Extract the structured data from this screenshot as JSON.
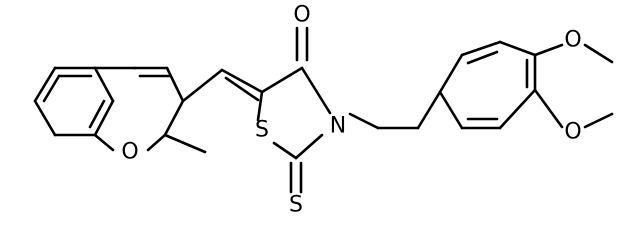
{
  "labels": {
    "ring_o": "O",
    "carbonyl_o": "O",
    "thiazolidine_s": "S",
    "ring_n": "N",
    "thione_s": "S",
    "methoxy_top_o": "O",
    "methoxy_bottom_o": "O"
  },
  "colors": {
    "bond": "#000000",
    "label": "#000000",
    "background": "#ffffff"
  }
}
